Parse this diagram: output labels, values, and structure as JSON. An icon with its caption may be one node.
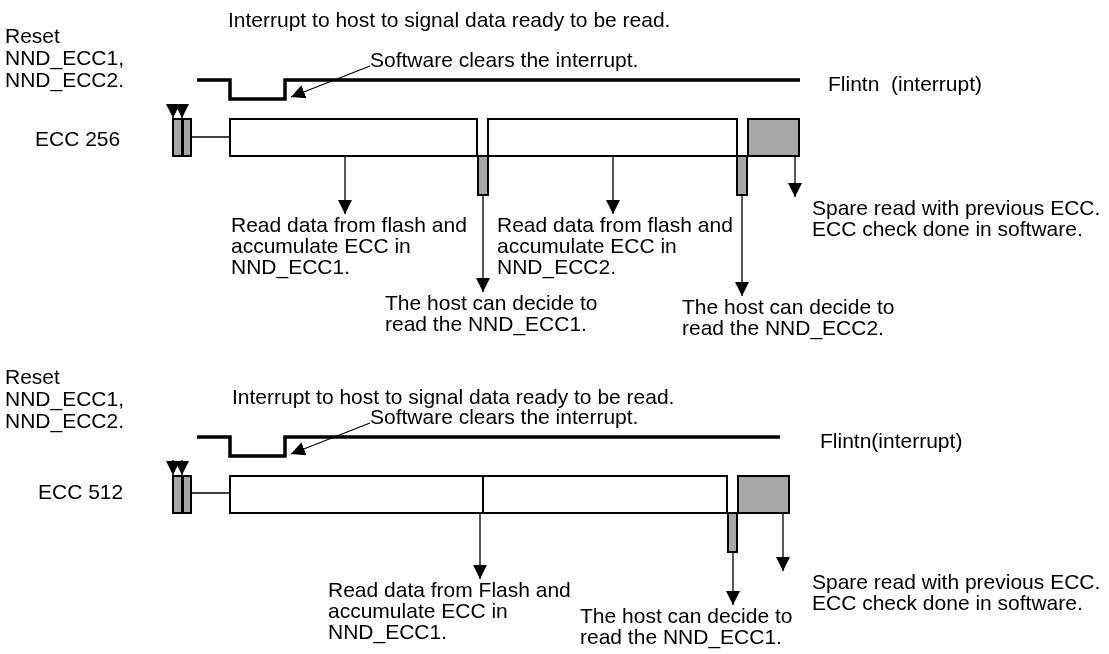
{
  "diagram": {
    "nodes": [
      {
        "text": [
          "Software clears the interrupt."
        ]
      },
      {
        "text": [],
        "shape": "bar"
      },
      {
        "text": [],
        "shape": "bar"
      },
      {
        "text": [],
        "shape": "box"
      },
      {
        "text": [],
        "shape": "box"
      },
      {
        "text": [],
        "shape": "bar"
      },
      {
        "text": [],
        "shape": "bar"
      },
      {
        "text": [],
        "shape": "box"
      },
      {
        "text": [
          "Read data from flash and accumulate ECC in NND_ECC1."
        ]
      },
      {
        "text": [
          "Read data from flash and accumulate ECC in NND_ECC2."
        ]
      },
      {
        "text": [
          "Spare read with previous ECC. ECC check done in software."
        ]
      },
      {
        "text": [
          "The host can decide to read the NND_ECC1."
        ]
      },
      {
        "text": [
          "The host can decide to read the NND_ECC2."
        ]
      },
      {
        "text": [
          "Software clears the interrupt."
        ]
      },
      {
        "text": [],
        "shape": "bar"
      },
      {
        "text": [],
        "shape": "bar"
      },
      {
        "text": [],
        "shape": "box"
      },
      {
        "text": [],
        "shape": "bar"
      },
      {
        "text": [],
        "shape": "box"
      },
      {
        "text": [
          "Read data from Flash and accumulate ECC in NND_ECC1."
        ]
      },
      {
        "text": [
          "The host can decide to read the NND_ECC1."
        ]
      },
      {
        "text": [
          "Spare read with previous ECC. ECC check done in software."
        ]
      },
      {
        "text": [],
        "shape": "line"
      },
      {
        "text": [],
        "shape": "line"
      }
    ],
    "edges": [
      {
        "from": 0,
        "to": 22,
        "arrow": "to"
      },
      {
        "from": null,
        "to": 1,
        "arrow": "to"
      },
      {
        "from": null,
        "to": 2,
        "arrow": "to"
      },
      {
        "from": 2,
        "to": 3,
        "arrow": "none"
      },
      {
        "from": 3,
        "to": 8,
        "arrow": "to"
      },
      {
        "from": 4,
        "to": 9,
        "arrow": "to"
      },
      {
        "from": 5,
        "to": 11,
        "arrow": "to"
      },
      {
        "from": 6,
        "to": 12,
        "arrow": "to"
      },
      {
        "from": 7,
        "to": 10,
        "arrow": "to"
      },
      {
        "from": 13,
        "to": 23,
        "arrow": "to"
      },
      {
        "from": null,
        "to": 14,
        "arrow": "to"
      },
      {
        "from": null,
        "to": 15,
        "arrow": "to"
      },
      {
        "from": 15,
        "to": 16,
        "arrow": "none"
      },
      {
        "from": 16,
        "to": 19,
        "arrow": "to"
      },
      {
        "from": 17,
        "to": 20,
        "arrow": "to"
      },
      {
        "from": 18,
        "to": 21,
        "arrow": "to"
      }
    ],
    "labels": [
      "Interrupt to host to signal data ready to be read.",
      "Reset NND_ECC1, NND_ECC2.",
      "Flintn  (interrupt)",
      "ECC 256",
      "Reset NND_ECC1, NND_ECC2.",
      "Interrupt to host to signal data ready to be read.",
      "Flintn(interrupt)",
      "ECC 512"
    ]
  }
}
